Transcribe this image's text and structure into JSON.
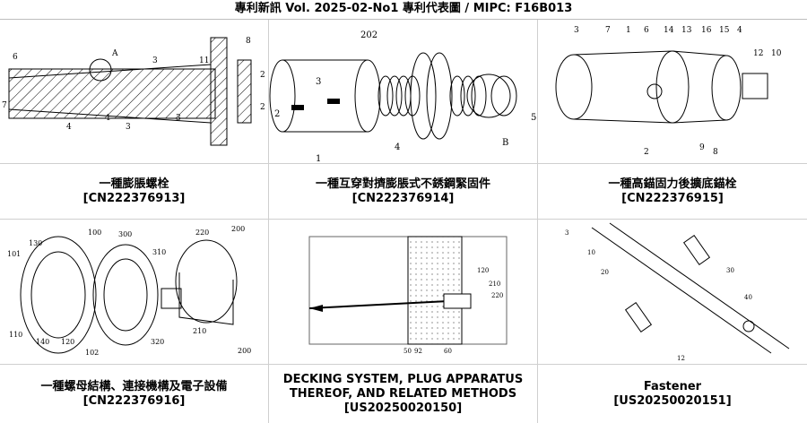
{
  "header": {
    "title": "專利新訊  Vol. 2025-02-No1  專利代表圖  /  MIPC:  F16B013"
  },
  "patents": [
    {
      "title": "一種膨脹螺栓",
      "number": "[CN222376913]"
    },
    {
      "title": "一種互穿對擠膨脹式不銹鋼緊固件",
      "number": "[CN222376914]"
    },
    {
      "title": "一種高錨固力後擴底錨栓",
      "number": "[CN222376915]"
    },
    {
      "title": "一種螺母結構、連接機構及電子設備",
      "number": "[CN222376916]"
    },
    {
      "title": "DECKING SYSTEM, PLUG APPARATUS THEREOF, AND RELATED METHODS",
      "number": "[US20250020150]"
    },
    {
      "title": "Fastener",
      "number": "[US20250020151]"
    }
  ]
}
